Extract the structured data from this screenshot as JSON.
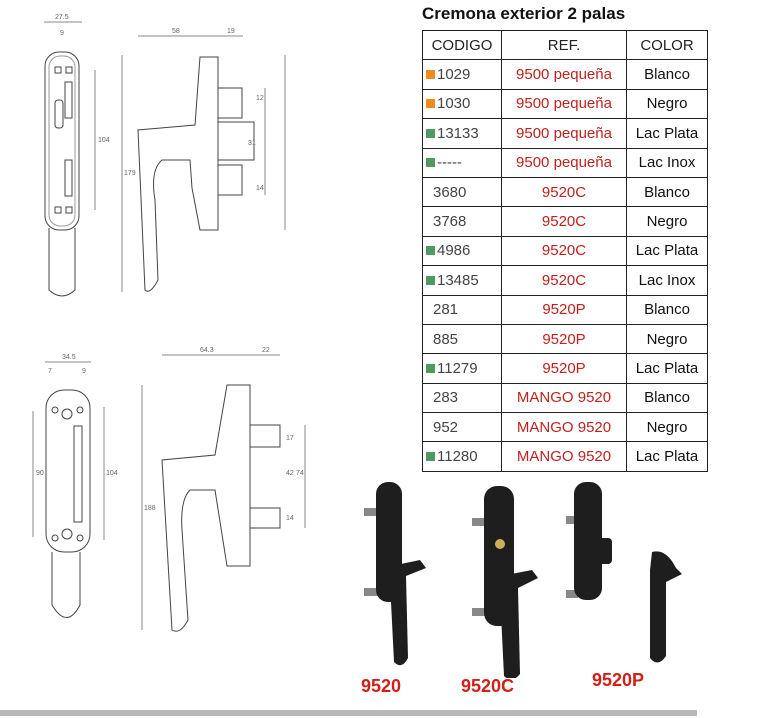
{
  "title": "Cremona exterior 2 palas",
  "table": {
    "headers": [
      "CODIGO",
      "REF.",
      "COLOR"
    ],
    "rows": [
      {
        "code": "1029",
        "marker": "#f08a1c",
        "ref": "9500 pequeña",
        "color": "Blanco"
      },
      {
        "code": "1030",
        "marker": "#f08a1c",
        "ref": "9500 pequeña",
        "color": "Negro"
      },
      {
        "code": "13133",
        "marker": "#4f9a63",
        "ref": "9500 pequeña",
        "color": "Lac Plata"
      },
      {
        "code": "-----",
        "marker": "#4f9a63",
        "ref": "9500 pequeña",
        "color": "Lac Inox"
      },
      {
        "code": "3680",
        "marker": null,
        "ref": "9520C",
        "color": "Blanco"
      },
      {
        "code": "3768",
        "marker": null,
        "ref": "9520C",
        "color": "Negro"
      },
      {
        "code": "4986",
        "marker": "#4f9a63",
        "ref": "9520C",
        "color": "Lac Plata"
      },
      {
        "code": "13485",
        "marker": "#4f9a63",
        "ref": "9520C",
        "color": "Lac Inox"
      },
      {
        "code": "281",
        "marker": null,
        "ref": "9520P",
        "color": "Blanco"
      },
      {
        "code": "885",
        "marker": null,
        "ref": "9520P",
        "color": "Negro"
      },
      {
        "code": "11279",
        "marker": "#4f9a63",
        "ref": "9520P",
        "color": "Lac Plata"
      },
      {
        "code": "283",
        "marker": null,
        "ref": "MANGO 9520",
        "color": "Blanco"
      },
      {
        "code": "952",
        "marker": null,
        "ref": "MANGO 9520",
        "color": "Negro"
      },
      {
        "code": "11280",
        "marker": "#4f9a63",
        "ref": "MANGO 9520",
        "color": "Lac Plata"
      }
    ]
  },
  "drawings": {
    "top": {
      "width": "27.5",
      "hole": "9",
      "spacing": "104",
      "depth": "58",
      "spindle": "19",
      "height": "179",
      "d1": "12",
      "d2": "31",
      "d3": "14"
    },
    "bottom": {
      "width": "34.5",
      "h1": "7",
      "h2": "9",
      "spacing_left": "90",
      "spacing_right": "104",
      "depth": "64.3",
      "spindle": "22",
      "height": "188",
      "d1": "17",
      "d2": "42",
      "d3": "74",
      "d4": "14"
    }
  },
  "products": [
    "9520",
    "9520C",
    "9520P"
  ],
  "colors": {
    "ref": "#c0211d",
    "orange": "#f08a1c",
    "green": "#4f9a63"
  }
}
